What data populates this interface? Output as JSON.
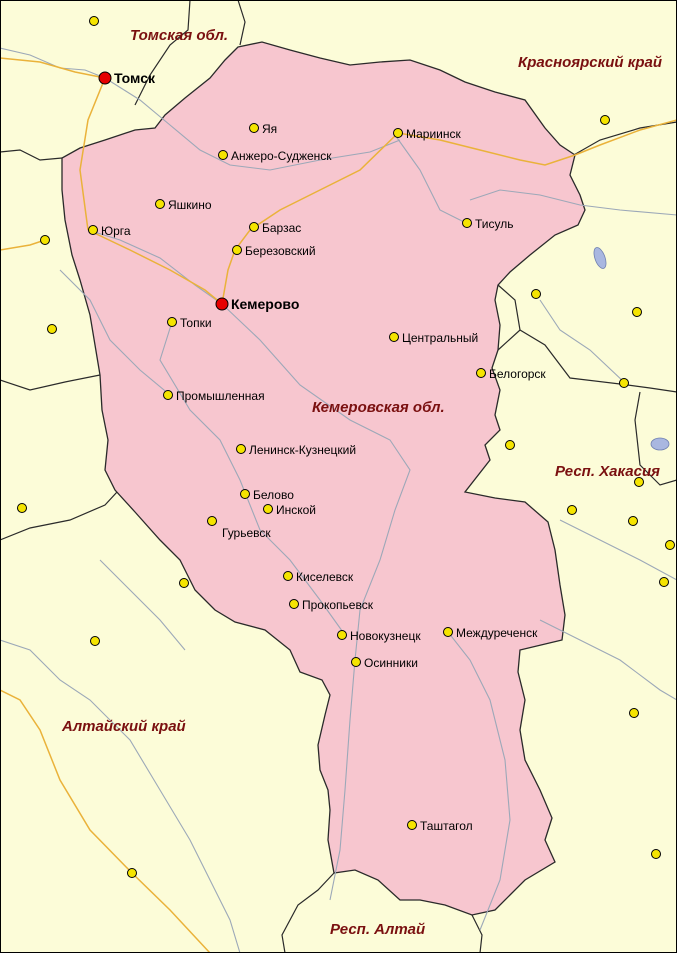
{
  "colors": {
    "background": "#fcfcd8",
    "region_fill": "#f7c6cf",
    "region_border": "#2a2a2a",
    "river": "#9ca8b8",
    "road": "#eab23a",
    "city_dot": "#f5e400",
    "capital_dot": "#e60000",
    "region_label": "#7a1010",
    "lake": "#a9b7e0"
  },
  "icons": {
    "city": "yellow-circle-icon",
    "capital": "red-circle-icon"
  },
  "regions": {
    "tomsk": "Томская обл.",
    "krasnoyarsk": "Красноярский край",
    "kemerovo": "Кемеровская обл.",
    "khakassia": "Респ. Хакасия",
    "altai_krai": "Алтайский край",
    "altai_rep": "Респ. Алтай"
  },
  "cities": {
    "tomsk": "Томск",
    "kemerovo": "Кемерово",
    "yaya": "Яя",
    "mariinsk": "Мариинск",
    "anzhero": "Анжеро-Судженск",
    "yashkino": "Яшкино",
    "yurga": "Юрга",
    "barzas": "Барзас",
    "tisul": "Тисуль",
    "berezovsky": "Березовский",
    "topki": "Топки",
    "tsentralny": "Центральный",
    "belogorsk": "Белогорск",
    "promyshlennaya": "Промышленная",
    "leninsk": "Ленинск-Кузнецкий",
    "belovo": "Белово",
    "inskoy": "Инской",
    "guryevsk": "Гурьевск",
    "kiselevsk": "Киселевск",
    "prokopyevsk": "Прокопьевск",
    "novokuznetsk": "Новокузнецк",
    "mezhdurechensk": "Междуреченск",
    "osinniki": "Осинники",
    "tashtagol": "Таштагол"
  }
}
